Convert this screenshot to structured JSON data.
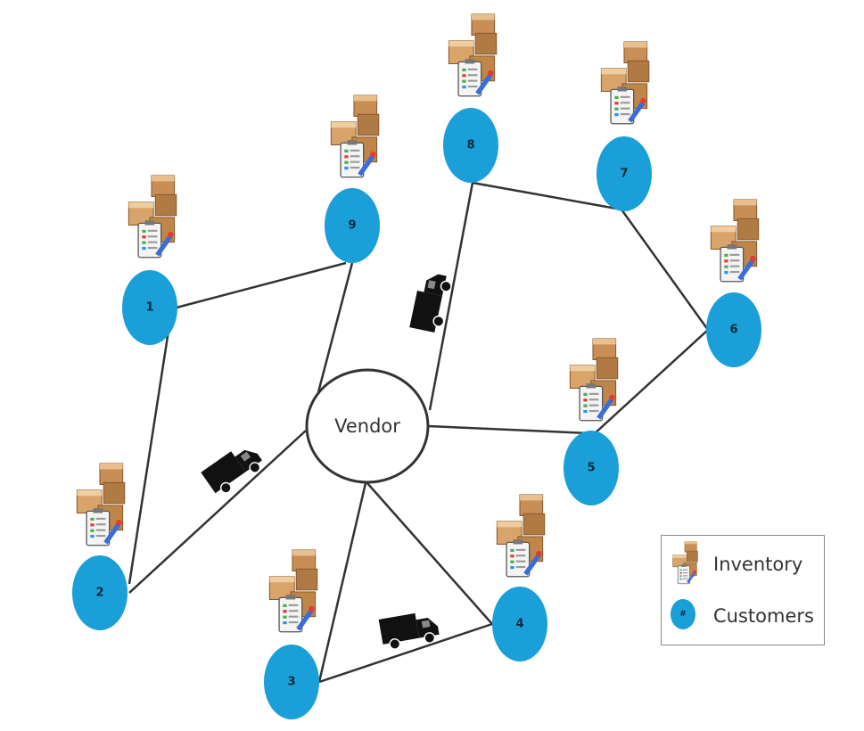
{
  "vendor": {
    "label": "Vendor"
  },
  "customers": [
    {
      "id": "1",
      "label": "1"
    },
    {
      "id": "2",
      "label": "2"
    },
    {
      "id": "3",
      "label": "3"
    },
    {
      "id": "4",
      "label": "4"
    },
    {
      "id": "5",
      "label": "5"
    },
    {
      "id": "6",
      "label": "6"
    },
    {
      "id": "7",
      "label": "7"
    },
    {
      "id": "8",
      "label": "8"
    },
    {
      "id": "9",
      "label": "9"
    }
  ],
  "edges": [
    [
      "1",
      "9"
    ],
    [
      "1",
      "2"
    ],
    [
      "9",
      "vendor"
    ],
    [
      "2",
      "vendor"
    ],
    [
      "vendor",
      "8"
    ],
    [
      "8",
      "7"
    ],
    [
      "7",
      "6"
    ],
    [
      "6",
      "5"
    ],
    [
      "vendor",
      "5"
    ],
    [
      "vendor",
      "3"
    ],
    [
      "vendor",
      "4"
    ],
    [
      "3",
      "4"
    ]
  ],
  "legend": {
    "inventory_label": "Inventory",
    "customers_label": "Customers",
    "customer_symbol_label": "#"
  },
  "colors": {
    "customer_fill": "#1a9fd8",
    "edge": "#333333",
    "vendor_stroke": "#333333",
    "truck": "#111111",
    "box_light": "#e0b07a",
    "box_dark": "#b07a45"
  },
  "icons": {
    "inventory": "inventory-boxes-clipboard-icon",
    "truck": "delivery-truck-icon"
  }
}
